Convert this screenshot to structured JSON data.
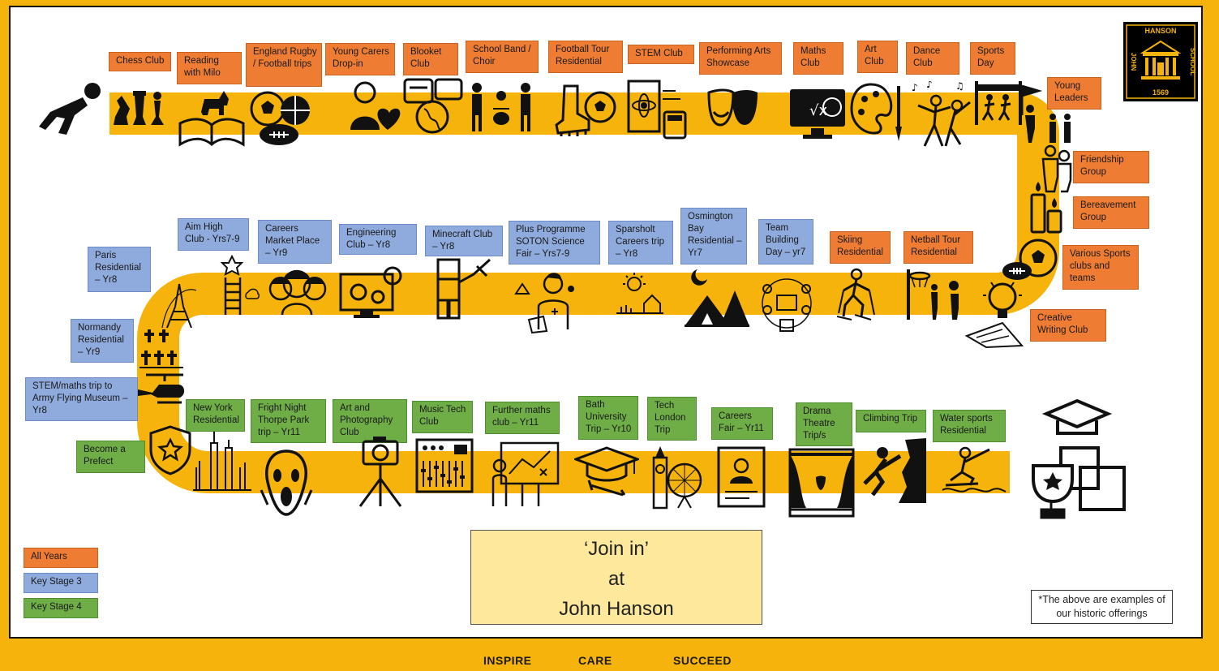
{
  "title": {
    "line1": "‘Join in’",
    "line2": "at",
    "line3": "John Hanson"
  },
  "note": "*The above are examples of our historic offerings",
  "footer": {
    "word1": "INSPIRE",
    "word2": "CARE",
    "word3": "SUCCEED"
  },
  "logo": {
    "top": "HANSON",
    "right": "SCHOOL",
    "left": "JOHN",
    "year": "1569"
  },
  "legend": {
    "all_years": "All Years",
    "key_stage_3": "Key Stage 3",
    "key_stage_4": "Key Stage 4"
  },
  "colors": {
    "road": "#f6b30c",
    "all_years": "#ee7c33",
    "key_stage_3": "#8faadc",
    "key_stage_4": "#6fad47",
    "title_box": "#fde89c"
  },
  "activities": [
    {
      "label": "Chess Club",
      "group": "all",
      "icon": "chess-pieces-icon"
    },
    {
      "label": "Reading with Milo",
      "group": "all",
      "icon": "dog-and-book-icon"
    },
    {
      "label": "England Rugby / Football trips",
      "group": "all",
      "icon": "sports-balls-icon"
    },
    {
      "label": "Young Carers Drop-in",
      "group": "all",
      "icon": "carer-heart-icon"
    },
    {
      "label": "Blooket Club",
      "group": "all",
      "icon": "quiz-globe-icon"
    },
    {
      "label": "School Band / Choir",
      "group": "all",
      "icon": "band-icon"
    },
    {
      "label": "Football Tour Residential",
      "group": "all",
      "icon": "football-boot-icon"
    },
    {
      "label": "STEM Club",
      "group": "all",
      "icon": "stem-science-icon"
    },
    {
      "label": "Performing Arts Showcase",
      "group": "all",
      "icon": "theatre-masks-icon"
    },
    {
      "label": "Maths Club",
      "group": "all",
      "icon": "maths-screen-icon"
    },
    {
      "label": "Art Club",
      "group": "all",
      "icon": "paint-palette-icon"
    },
    {
      "label": "Dance Club",
      "group": "all",
      "icon": "dancers-icon"
    },
    {
      "label": "Sports Day",
      "group": "all",
      "icon": "finish-line-icon"
    },
    {
      "label": "Young Leaders",
      "group": "all",
      "icon": "leader-flag-icon"
    },
    {
      "label": "Friendship Group",
      "group": "all",
      "icon": "friends-icon"
    },
    {
      "label": "Bereavement Group",
      "group": "all",
      "icon": "candles-icon"
    },
    {
      "label": "Various Sports clubs and teams",
      "group": "all",
      "icon": "sports-balls-icon"
    },
    {
      "label": "Creative Writing Club",
      "group": "all",
      "icon": "lightbulb-writing-icon"
    },
    {
      "label": "Netball Tour Residential",
      "group": "all",
      "icon": "netball-hoop-icon"
    },
    {
      "label": "Skiing Residential",
      "group": "all",
      "icon": "skier-icon"
    },
    {
      "label": "Team Building Day – yr7",
      "group": "ks3",
      "icon": "team-building-icon"
    },
    {
      "label": "Osmington Bay Residential – Yr7",
      "group": "ks3",
      "icon": "camping-icon"
    },
    {
      "label": "Sparsholt Careers trip – Yr8",
      "group": "ks3",
      "icon": "farm-icon"
    },
    {
      "label": "Plus Programme SOTON Science Fair – Yrs7-9",
      "group": "ks3",
      "icon": "scientist-icon"
    },
    {
      "label": "Minecraft Club – Yr8",
      "group": "ks3",
      "icon": "minecraft-figure-icon"
    },
    {
      "label": "Engineering Club – Yr8",
      "group": "ks3",
      "icon": "gears-computer-icon"
    },
    {
      "label": "Careers Market Place – Yr9",
      "group": "ks3",
      "icon": "people-careers-icon"
    },
    {
      "label": "Aim High Club - Yrs7-9",
      "group": "ks3",
      "icon": "ladder-star-icon"
    },
    {
      "label": "Paris Residential – Yr8",
      "group": "ks3",
      "icon": "eiffel-tower-icon"
    },
    {
      "label": "Normandy Residential – Yr9",
      "group": "ks3",
      "icon": "war-graves-icon"
    },
    {
      "label": "STEM/maths trip to Army Flying Museum – Yr8",
      "group": "ks3",
      "icon": "helicopter-icon"
    },
    {
      "label": "Become a Prefect",
      "group": "ks4",
      "icon": "prefect-badge-icon"
    },
    {
      "label": "New York Residential",
      "group": "ks4",
      "icon": "new-york-skyline-icon"
    },
    {
      "label": "Fright Night Thorpe Park trip – Yr11",
      "group": "ks4",
      "icon": "scream-face-icon"
    },
    {
      "label": "Art and Photography Club",
      "group": "ks4",
      "icon": "camera-tripod-icon"
    },
    {
      "label": "Music Tech Club",
      "group": "ks4",
      "icon": "mixing-desk-icon"
    },
    {
      "label": "Further maths club – Yr11",
      "group": "ks4",
      "icon": "maths-teacher-icon"
    },
    {
      "label": "Bath University Trip – Yr10",
      "group": "ks4",
      "icon": "graduation-cap-icon"
    },
    {
      "label": "Tech London Trip",
      "group": "ks4",
      "icon": "big-ben-icon"
    },
    {
      "label": "Careers Fair – Yr11",
      "group": "ks4",
      "icon": "cv-document-icon"
    },
    {
      "label": "Drama Theatre Trip/s",
      "group": "ks4",
      "icon": "theatre-stage-icon"
    },
    {
      "label": "Climbing Trip",
      "group": "ks4",
      "icon": "climber-icon"
    },
    {
      "label": "Water sports Residential",
      "group": "ks4",
      "icon": "water-skier-icon"
    }
  ]
}
